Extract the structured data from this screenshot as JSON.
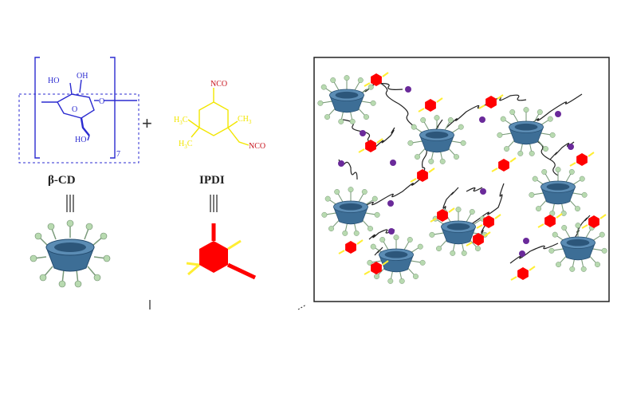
{
  "beta_cd": {
    "name": "β-CD",
    "atoms": {
      "ho_left": "HO",
      "oh_top": "OH",
      "o_right": "O",
      "o_ring": "O",
      "ho_bottom": "HO"
    },
    "repeat_subscript": "7",
    "color": "#2b2bd0"
  },
  "operator": {
    "plus": "+",
    "equiv": "|||"
  },
  "ipdi": {
    "name": "IPDI",
    "groups": {
      "nco_top": "NCO",
      "ch3_right": "CH",
      "ch3_right_sub": "3",
      "h3c_left": "H",
      "h3c_left_sub": "3",
      "h3c_left_c": "C",
      "h3c_lower": "H",
      "h3c_lower_sub": "3",
      "h3c_lower_c": "C",
      "nco_right": "NCO"
    },
    "color": "#f2e600",
    "group_color": "#c8141e"
  },
  "colors": {
    "cd_body": "#3d6e96",
    "cd_rim": "#2c567a",
    "arm_ball": "#b8dab0",
    "ipdi_hex": "#ff0000",
    "linker": "#222222",
    "end_cap": "#6a2a9a",
    "stub": "#ffee33"
  },
  "legend_icons": {
    "cd_icon": "cyclodextrin-cone-icon",
    "ipdi_icon": "ipdi-hexagon-icon"
  },
  "network": {
    "description_icon": "crosslinked-network-panel"
  }
}
